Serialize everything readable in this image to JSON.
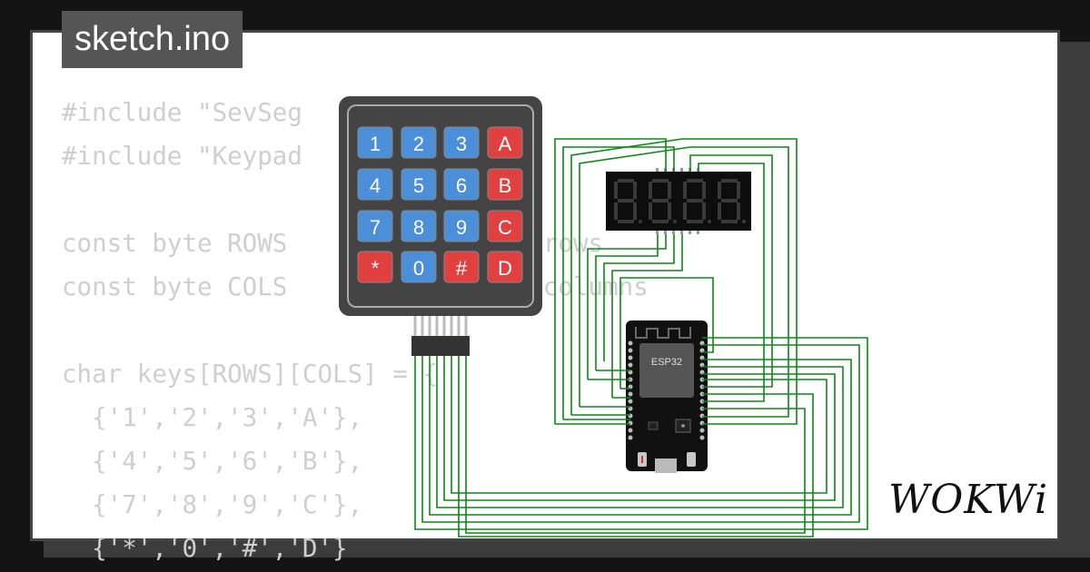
{
  "file_tab": {
    "title": "sketch.ino"
  },
  "code": {
    "lines": [
      "#include \"SevSeg",
      "#include \"Keypad",
      "",
      "const byte ROWS                 rows",
      "const byte COLS                 columns",
      "",
      "char keys[ROWS][COLS] = {",
      "  {'1','2','3','A'},",
      "  {'4','5','6','B'},",
      "  {'7','8','9','C'},",
      "  {'*','0','#','D'}"
    ]
  },
  "keypad": {
    "keys": [
      [
        "1",
        "2",
        "3",
        "A"
      ],
      [
        "4",
        "5",
        "6",
        "B"
      ],
      [
        "7",
        "8",
        "9",
        "C"
      ],
      [
        "*",
        "0",
        "#",
        "D"
      ]
    ]
  },
  "display": {
    "digits": [
      "8",
      "8",
      "8",
      "8"
    ]
  },
  "esp32": {
    "chip_label": "ESP32"
  },
  "brand": {
    "logo": "WOKWi"
  },
  "colors": {
    "background": "#141414",
    "card": "#ffffff",
    "wire": "#0a8a14",
    "key_blue": "#4a8fd8",
    "key_red": "#e04040",
    "keypad_body": "#444444",
    "segment_off": "#3a3a3a"
  },
  "icons": [
    "keypad-component",
    "seven-segment-display",
    "esp32-board",
    "wokwi-logo"
  ]
}
